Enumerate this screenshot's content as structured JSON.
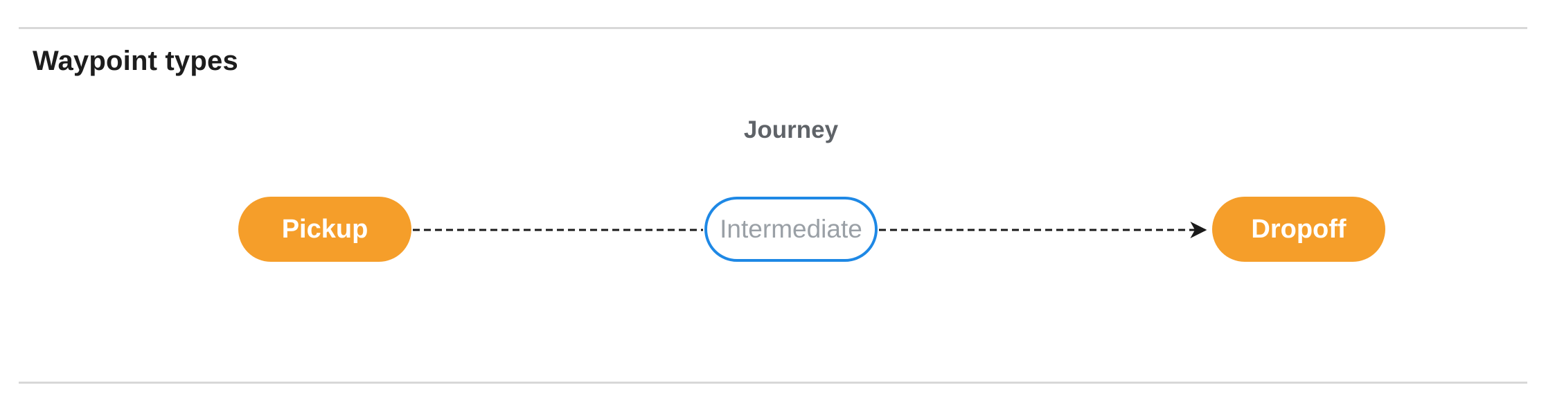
{
  "header": {
    "title": "Waypoint types"
  },
  "diagram": {
    "group_label": "Journey",
    "nodes": [
      {
        "id": "pickup",
        "label": "Pickup",
        "style": "filled"
      },
      {
        "id": "intermediate",
        "label": "Intermediate",
        "style": "outlined"
      },
      {
        "id": "dropoff",
        "label": "Dropoff",
        "style": "filled"
      }
    ],
    "edges": [
      {
        "from": "pickup",
        "to": "intermediate",
        "style": "dashed",
        "arrow": false
      },
      {
        "from": "intermediate",
        "to": "dropoff",
        "style": "dashed",
        "arrow": true
      }
    ]
  },
  "colors": {
    "node_fill": "#F59E2A",
    "node_text": "#FFFFFF",
    "intermediate_border": "#1E88E5",
    "intermediate_text": "#9AA0A6",
    "connector": "#1A1A1A",
    "divider": "#D8D8D8",
    "title_text": "#1D1D1D",
    "group_label_text": "#5F6368"
  }
}
